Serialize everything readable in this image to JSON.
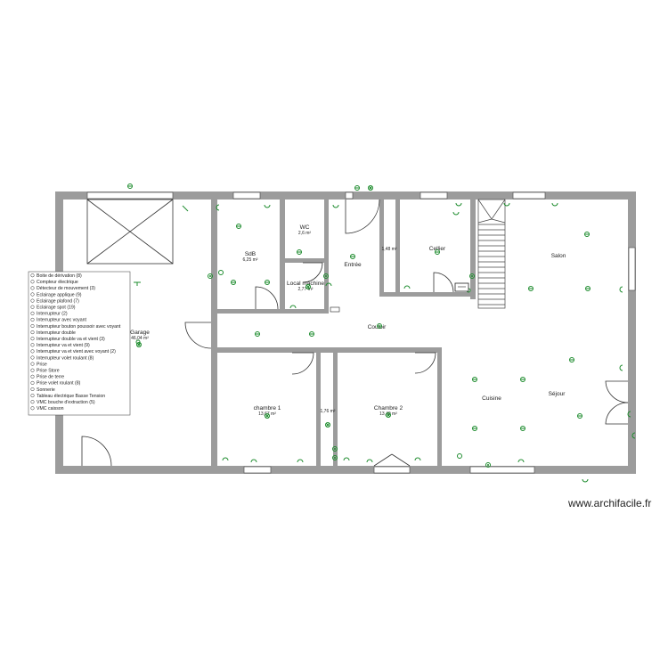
{
  "rooms": [
    {
      "id": "garage",
      "name": "Garage",
      "area": "46,04 m²"
    },
    {
      "id": "sdb",
      "name": "SdB",
      "area": "6,25 m²"
    },
    {
      "id": "wc",
      "name": "WC",
      "area": "2,6 m²"
    },
    {
      "id": "local",
      "name": "Local machine",
      "area": "2,77 m²"
    },
    {
      "id": "entree",
      "name": "Entrée",
      "area": ""
    },
    {
      "id": "placard",
      "name": "",
      "area": "1,48 m²"
    },
    {
      "id": "cellier",
      "name": "Cellier",
      "area": ""
    },
    {
      "id": "salon",
      "name": "Salon",
      "area": ""
    },
    {
      "id": "couloir",
      "name": "Couloir",
      "area": ""
    },
    {
      "id": "chambre1",
      "name": "chambre 1",
      "area": "13,67 m²"
    },
    {
      "id": "degagement",
      "name": "",
      "area": "1,76 m²"
    },
    {
      "id": "chambre2",
      "name": "Chambre 2",
      "area": "13,40 m²"
    },
    {
      "id": "cuisine",
      "name": "Cuisine",
      "area": ""
    },
    {
      "id": "sejour",
      "name": "Séjour",
      "area": ""
    }
  ],
  "legend": [
    {
      "icon": "junction-box-icon",
      "label": "Boite de dérivation (8)"
    },
    {
      "icon": "electric-meter-icon",
      "label": "Compteur électrique"
    },
    {
      "icon": "motion-detector-icon",
      "label": "Détecteur de mouvement (3)"
    },
    {
      "icon": "wall-light-icon",
      "label": "Eclairage applique (9)"
    },
    {
      "icon": "ceiling-light-icon",
      "label": "Eclairage plafond (7)"
    },
    {
      "icon": "spot-light-icon",
      "label": "Eclairage spot (19)"
    },
    {
      "icon": "switch-icon",
      "label": "Interrupteur (2)"
    },
    {
      "icon": "switch-indicator-icon",
      "label": "Interrupteur avec voyant"
    },
    {
      "icon": "push-button-indicator-icon",
      "label": "Interrupteur bouton poussoir avec voyant"
    },
    {
      "icon": "double-switch-icon",
      "label": "Interrupteur double"
    },
    {
      "icon": "double-two-way-switch-icon",
      "label": "Interrupteur double va et vient (3)"
    },
    {
      "icon": "two-way-switch-icon",
      "label": "Interrupteur va et vient (9)"
    },
    {
      "icon": "two-way-switch-indicator-icon",
      "label": "Interrupteur va et vient avec voyant (2)"
    },
    {
      "icon": "shutter-switch-icon",
      "label": "Interrupteur volet roulant (8)"
    },
    {
      "icon": "socket-icon",
      "label": "Prise"
    },
    {
      "icon": "blind-socket-icon",
      "label": "Prise Store"
    },
    {
      "icon": "earth-socket-icon",
      "label": "Prise de terre"
    },
    {
      "icon": "shutter-socket-icon",
      "label": "Prise volet roulant (8)"
    },
    {
      "icon": "doorbell-icon",
      "label": "Sonnerie"
    },
    {
      "icon": "low-voltage-panel-icon",
      "label": "Tableau électrique Basse Tension"
    },
    {
      "icon": "vmc-outlet-icon",
      "label": "VMC bouche d'extraction (5)"
    },
    {
      "icon": "vmc-box-icon",
      "label": "VMC caisson"
    }
  ],
  "watermark": "www.archifacile.fr",
  "colors": {
    "wall": "#9c9c9c",
    "symbol": "#1e8c2e",
    "background": "#ffffff"
  }
}
